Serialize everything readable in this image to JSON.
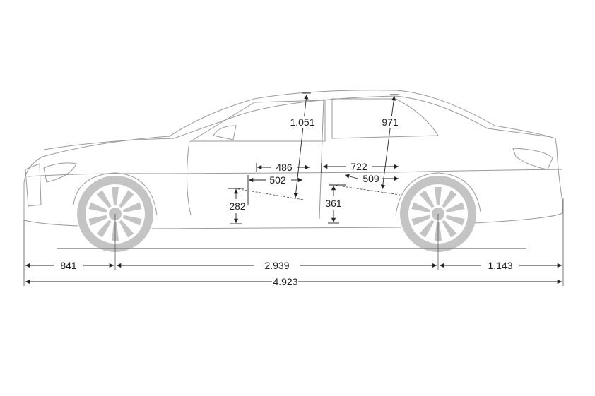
{
  "dimensions": {
    "front_overhang": "841",
    "wheelbase": "2.939",
    "rear_overhang": "1.143",
    "overall_length": "4.923",
    "front_headroom": "1.051",
    "rear_headroom": "971",
    "front_legroom_upper": "486",
    "front_legroom_lower": "502",
    "rear_legroom_upper": "722",
    "rear_legroom_lower": "509",
    "front_seat_height": "282",
    "rear_seat_height": "361"
  },
  "colors": {
    "wheel": "#c4c4c4",
    "outline": "#9a9a9a",
    "dimension": "#222222"
  }
}
